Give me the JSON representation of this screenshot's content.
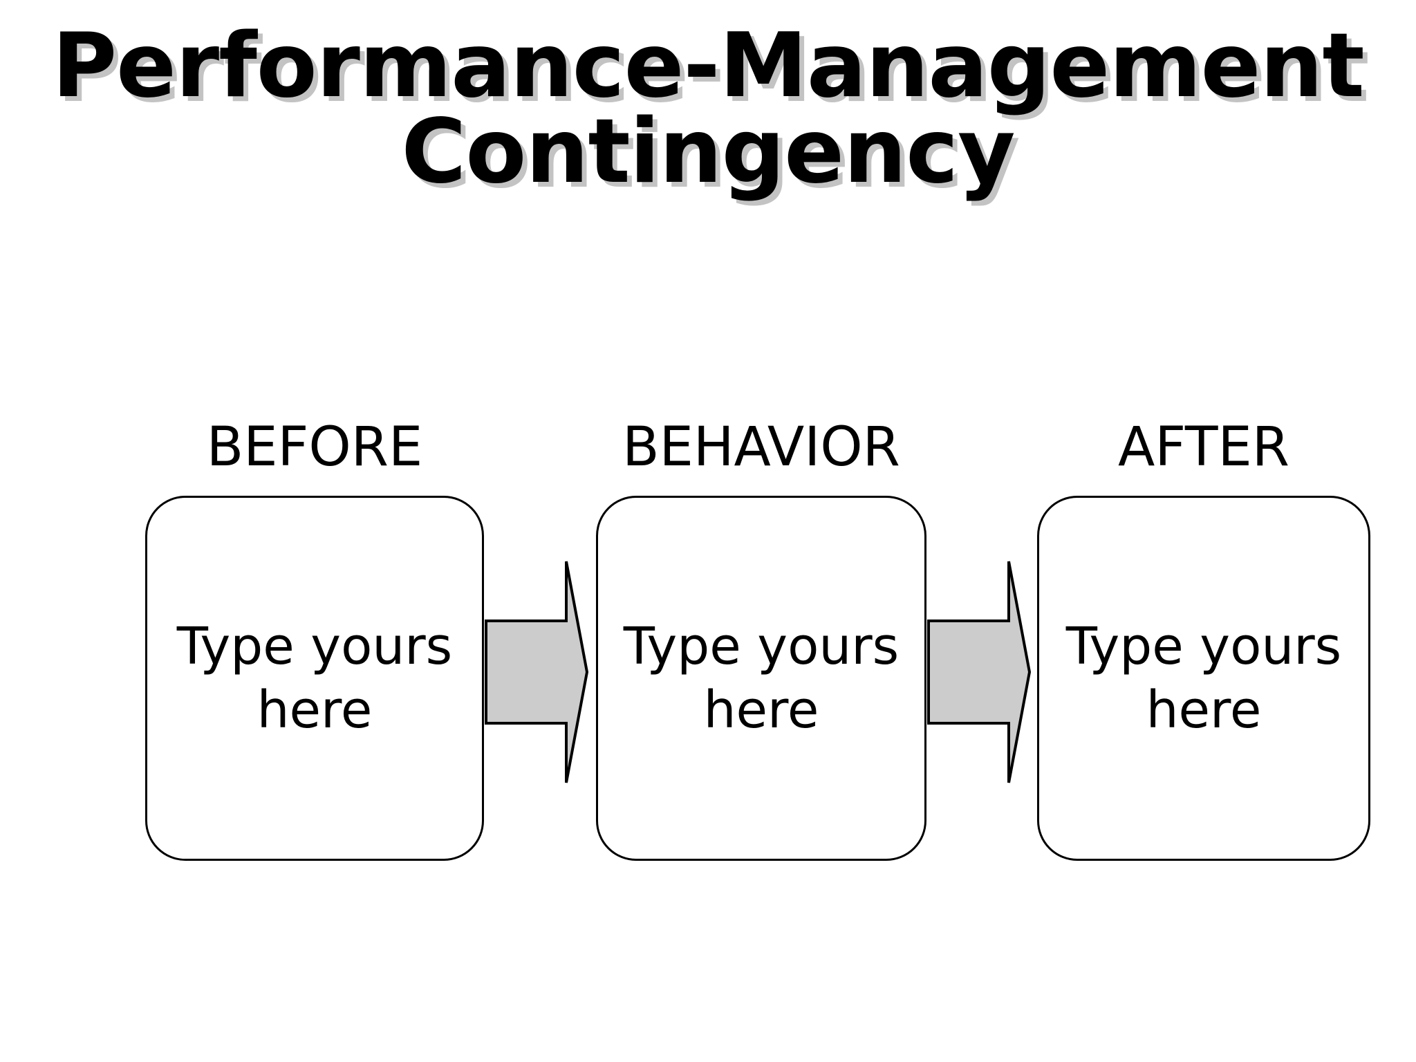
{
  "slide": {
    "background_color": "#FFFFFF",
    "title": {
      "line1": "Performance-Management",
      "line2": "Contingency",
      "text_color": "#000000",
      "shadow_color": "#C3C3C3"
    }
  },
  "diagram": {
    "type": "three-term-contingency-flow",
    "box_fill_color": "#FFFFFF",
    "box_border_color": "#000000",
    "arrow_fill_color": "#CCCCCC",
    "arrow_border_color": "#000000",
    "columns": [
      {
        "label": "BEFORE",
        "body": "Type yours here"
      },
      {
        "label": "BEHAVIOR",
        "body": "Type yours here"
      },
      {
        "label": "AFTER",
        "body": "Type yours here"
      }
    ],
    "connectors": [
      {
        "from": "BEFORE",
        "to": "BEHAVIOR",
        "direction": "right"
      },
      {
        "from": "BEHAVIOR",
        "to": "AFTER",
        "direction": "right"
      }
    ]
  }
}
